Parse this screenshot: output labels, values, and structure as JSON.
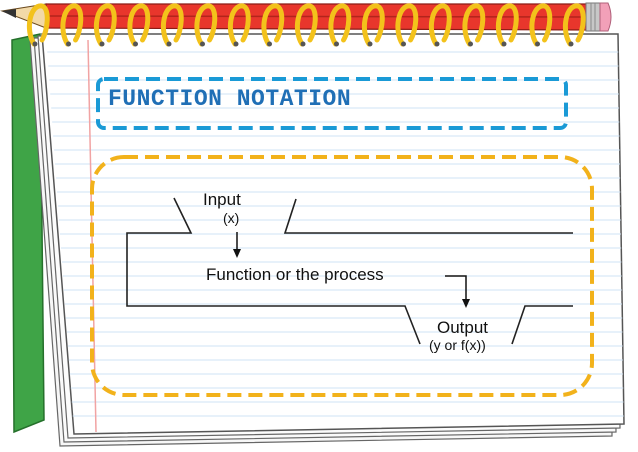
{
  "title": "FUNCTION NOTATION",
  "diagram": {
    "input_label": "Input",
    "input_variable": "(x)",
    "process_label": "Function or the process",
    "output_label": "Output",
    "output_variable": "(y or f(x))"
  },
  "colors": {
    "title_text": "#1f6fb6",
    "title_border": "#1a9ad6",
    "content_border": "#f2b21b",
    "pencil": "#e8362c",
    "spiral": "#f3c21b",
    "notebook_spine": "#3fa447",
    "page_lines": "#cfe3f5",
    "margin_line": "#f1a3a3"
  }
}
